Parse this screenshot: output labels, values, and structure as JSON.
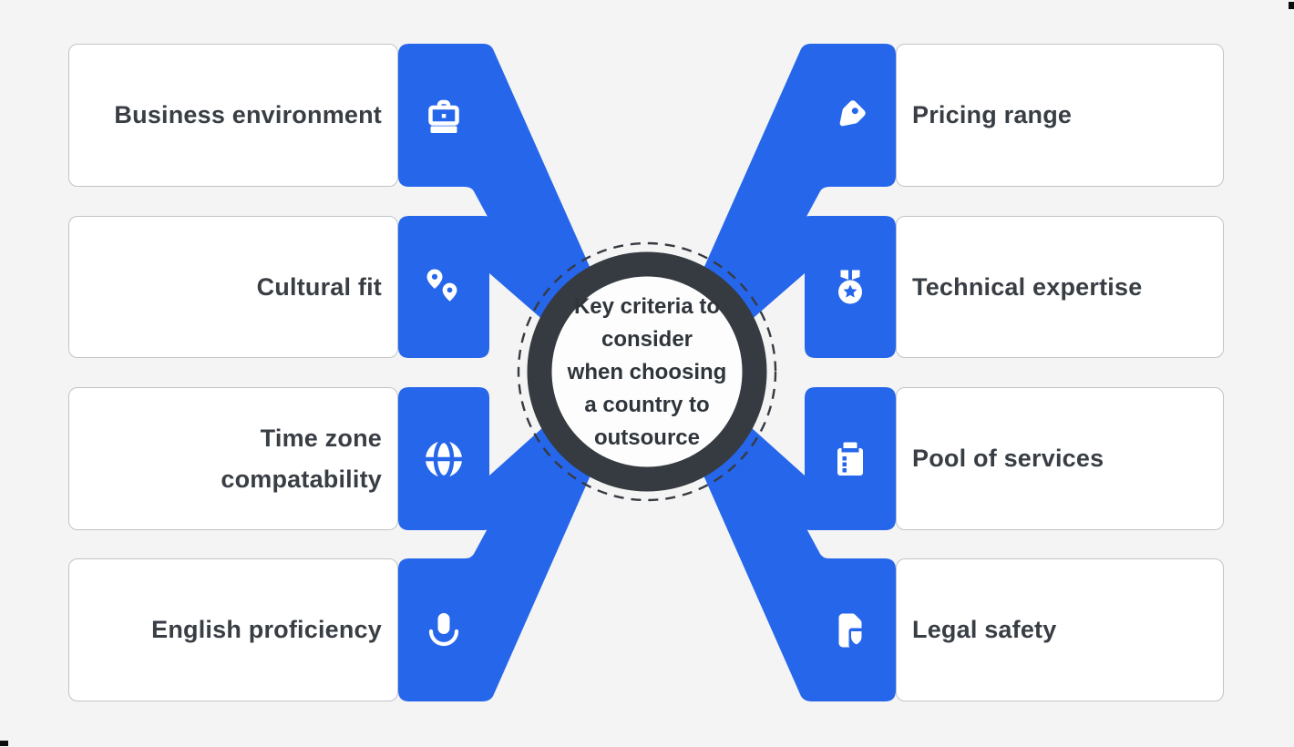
{
  "center": {
    "lines": [
      "Key criteria to",
      "consider",
      "when choosing",
      "a country to",
      "outsource"
    ]
  },
  "cards": {
    "left": [
      {
        "label": "Business environment",
        "icon": "briefcase-icon"
      },
      {
        "label": "Cultural fit",
        "icon": "map-pins-icon"
      },
      {
        "label": "Time zone",
        "label2": "compatability",
        "icon": "globe-icon"
      },
      {
        "label": "English proficiency",
        "icon": "microphone-icon"
      }
    ],
    "right": [
      {
        "label": "Pricing range",
        "icon": "price-tag-icon"
      },
      {
        "label": "Technical expertise",
        "icon": "medal-icon"
      },
      {
        "label": "Pool of services",
        "icon": "clipboard-icon"
      },
      {
        "label": "Legal safety",
        "icon": "document-shield-icon"
      }
    ]
  },
  "colors": {
    "accent_blue": "#2666EB",
    "ring_dark": "#363B41",
    "background": "#F4F4F4",
    "card_background": "#FFFFFF",
    "card_border": "#C2C4C6",
    "label_text": "#383E44",
    "center_text": "#2F353B",
    "icon_color": "#FFFFFF"
  }
}
